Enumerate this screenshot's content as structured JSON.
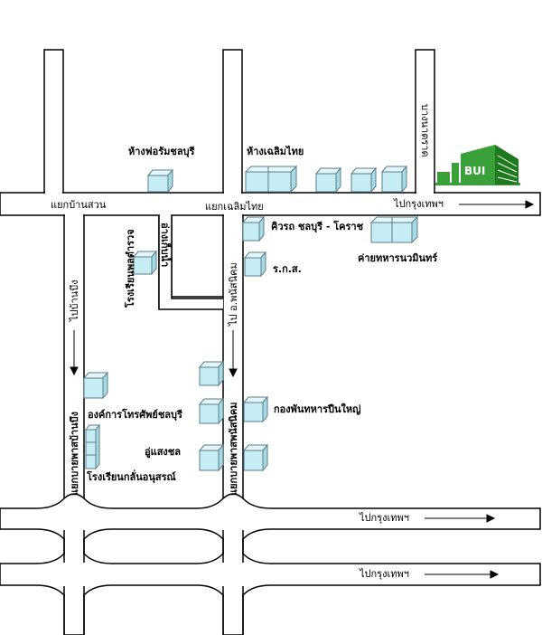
{
  "labels": {
    "yaek_ban_suan": "แยกบ้านสวน",
    "yaek_chaloem_thai": "แยกเฉลิมไทย",
    "to_bangkok_top": "ไปกรุงเทพฯ",
    "to_bangkok_mid": "ไปกรุงเทพฯ",
    "to_bangkok_bottom": "ไปกรุงเทพฯ",
    "to_ban_bueng": "ไปบ้านบึง",
    "to_phanat_nikhom": "ไป อ.พนัสนิคม",
    "bang_na_trat": "บางนาตราด",
    "yaek_ban_bueng_bypass": "แยกบายพาสบ้านบึง",
    "yaek_phanat_bypass": "แยกบายพาสพนัสนิคม",
    "forum_chonburi": "ห้างฟอรัมชลบุรี",
    "chaloem_thai_mall": "ห้างเฉลิมไทย",
    "police_school": "โรงเรียนพลตำรวจ",
    "aor_kho_kho": "อ่างเก็บน้ำ",
    "van_chonburi_korat": "คิวรถ ชลบุรี - โคราช",
    "navamin_camp": "ค่ายทหารนวมินทร์",
    "rks": "ร.ก.ส.",
    "tot_chonburi": "องค์การโทรศัพย์ชลบุรี",
    "artillery_battalion": "กองพันทหารปืนใหญ่",
    "garage_saengchol": "อู่แสงชล",
    "klanaonusorn_school": "โรงเรียนกลั่นอนุสรณ์",
    "logo_text": "BUI"
  },
  "colors": {
    "road_outline": "#000000",
    "road_fill": "#ffffff",
    "building_fill": "#c6ecf4",
    "building_stroke": "#5a7f88",
    "logo_green": "#3aa13a",
    "logo_green_dark": "#1f7a1f"
  }
}
